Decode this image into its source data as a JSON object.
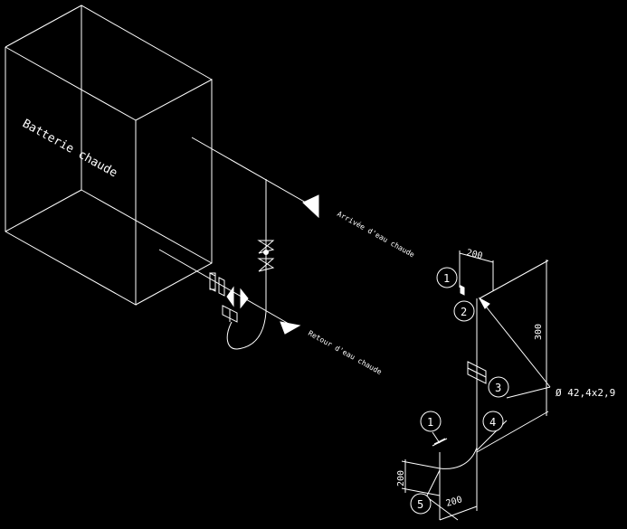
{
  "labels": {
    "battery": "Batterie chaude",
    "supply": "Arrivée d'eau chaude",
    "return": "Retour d'eau chaude",
    "pipe_diameter": "Ø 42,4x2,9"
  },
  "dimensions": {
    "top_width": "200",
    "height": "300",
    "bottom_width": "200",
    "bottom_height": "200"
  },
  "callouts": {
    "c1_top": "1",
    "c2": "2",
    "c3": "3",
    "c4": "4",
    "c1_bottom": "1",
    "c5": "5"
  },
  "colors": {
    "background": "#000000",
    "line": "#ffffff"
  }
}
